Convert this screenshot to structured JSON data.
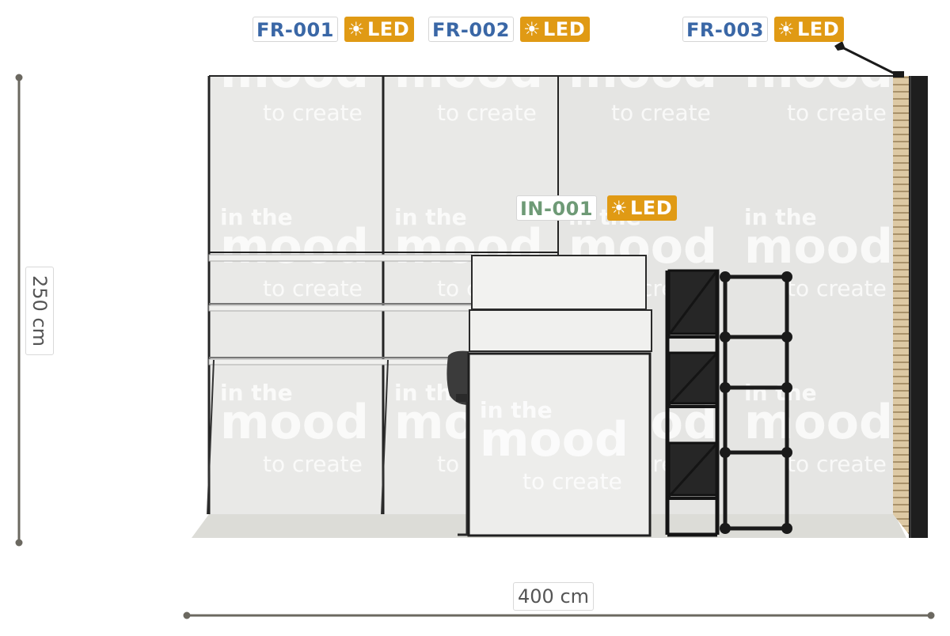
{
  "fixtures": [
    {
      "id": "FR-001",
      "kind": "front",
      "led_label": "LED",
      "led_icon": "sun-icon"
    },
    {
      "id": "FR-002",
      "kind": "front",
      "led_label": "LED",
      "led_icon": "sun-icon"
    },
    {
      "id": "FR-003",
      "kind": "front",
      "led_label": "LED",
      "led_icon": "sun-icon"
    },
    {
      "id": "IN-001",
      "kind": "inner",
      "led_label": "LED",
      "led_icon": "sun-icon"
    }
  ],
  "dimensions": {
    "width": "400 cm",
    "height": "250 cm"
  },
  "wall_graphic": {
    "line1": "in the",
    "line2": "mood",
    "line3": "to create"
  },
  "colors": {
    "front_tag": "#3a67a6",
    "inner_tag": "#6e9a76",
    "led_badge": "#e09a14",
    "wall": "#e5e5e3",
    "floor": "#dcdcd7",
    "frame": "#1c1c1c",
    "slatwall": "#d9c6a2",
    "dimension_line": "#6b6860"
  }
}
